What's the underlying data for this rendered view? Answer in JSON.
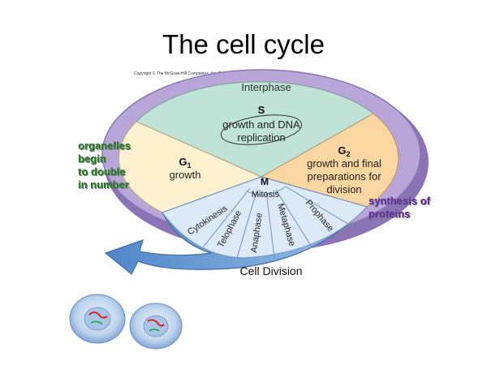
{
  "slide": {
    "title": "The cell cycle",
    "copyright": "Copyright © The McGraw-Hill Companies, Inc. Permission required for reproduction or display."
  },
  "diagram": {
    "interphase_label": "Interphase",
    "s_phase": {
      "letter": "S",
      "line1": "growth and DNA",
      "line2": "replication"
    },
    "g1_phase": {
      "letter": "G",
      "subscript": "1",
      "description": "growth"
    },
    "g2_phase": {
      "letter": "G",
      "subscript": "2",
      "line1": "growth and final",
      "line2": "preparations for",
      "line3": "division"
    },
    "m_phase": {
      "letter": "M",
      "mitosis": "Mitosis"
    },
    "cytokinesis": "Cytokinesis",
    "mitosis_stages": [
      "Telophase",
      "Anaphase",
      "Metaphase",
      "Prophase"
    ],
    "cell_division": "Cell Division"
  },
  "annotations": {
    "left": [
      "organelles",
      "begin",
      "to double",
      "in number"
    ],
    "right": [
      "synthesis of",
      "proteins"
    ]
  },
  "colors": {
    "interphase_ring": "#b9a6d8",
    "s_sector": "#bfe3d6",
    "g1_sector": "#fdf1cf",
    "g2_sector": "#fcd6a0",
    "m_sector": "#dce9f6",
    "arrow": "#6a9fd6",
    "left_note": "#1f7a1f",
    "right_note": "#5a2ba0"
  }
}
